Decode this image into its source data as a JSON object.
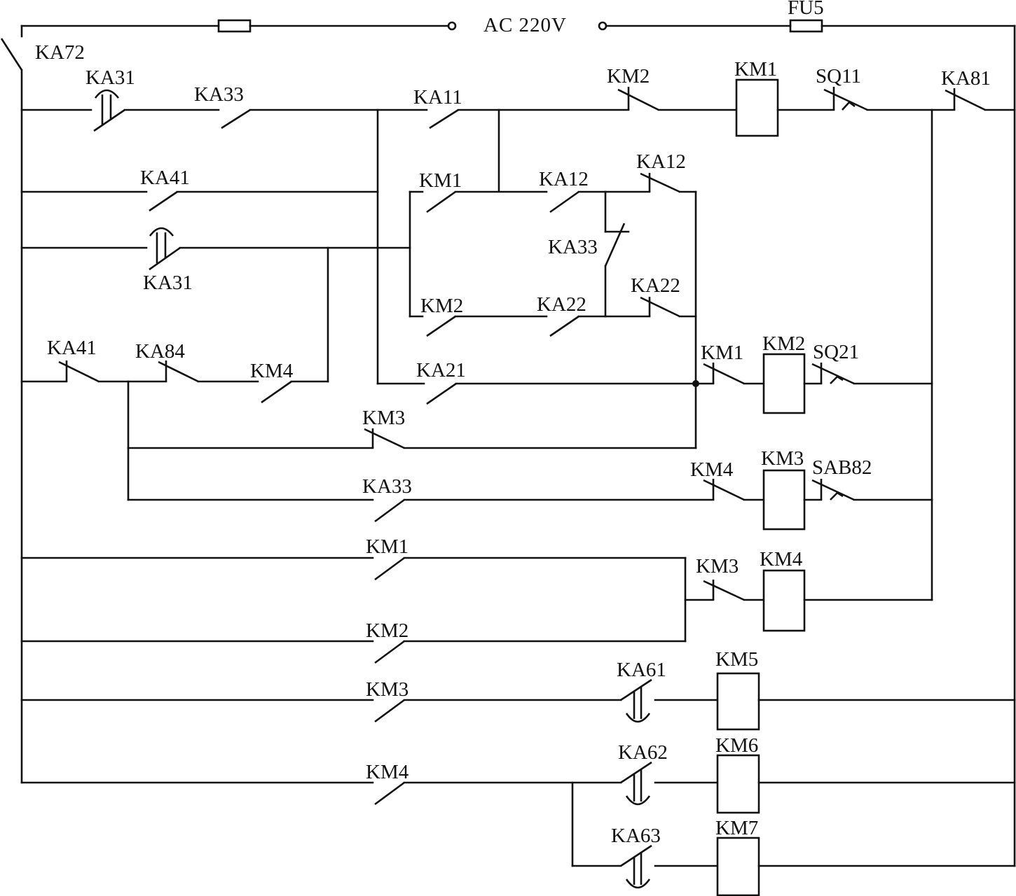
{
  "diagram": {
    "title": "AC 220V",
    "type": "relay control circuit",
    "fuses": [
      {
        "id": "fuse-left",
        "label": ""
      },
      {
        "id": "fuse-right",
        "label": "FU5"
      }
    ],
    "labels": {
      "ka72": "KA72",
      "ka31_r1": "KA31",
      "ka33_r1": "KA33",
      "ka11": "KA11",
      "km2_r1": "KM2",
      "km1_coil": "KM1",
      "sq11": "SQ11",
      "ka81": "KA81",
      "ka41_r2": "KA41",
      "km1_r2": "KM1",
      "ka12_no": "KA12",
      "ka12_nc": "KA12",
      "ka33_mid": "KA33",
      "ka31_r3": "KA31",
      "km2_r4": "KM2",
      "ka22_no": "KA22",
      "ka22_nc": "KA22",
      "ka41_r5": "KA41",
      "ka84": "KA84",
      "km4_r5": "KM4",
      "ka21": "KA21",
      "km1_nc": "KM1",
      "km2_coil": "KM2",
      "sq21": "SQ21",
      "km3_nc": "KM3",
      "ka33_r7": "KA33",
      "km4_nc": "KM4",
      "km3_coil": "KM3",
      "sab82": "SAB82",
      "km1_r8": "KM1",
      "km3_nc2": "KM3",
      "km4_coil": "KM4",
      "km2_r9": "KM2",
      "km3_r10": "KM3",
      "ka61": "KA61",
      "km5_coil": "KM5",
      "km4_r11": "KM4",
      "ka62": "KA62",
      "km6_coil": "KM6",
      "ka63": "KA63",
      "km7_coil": "KM7"
    },
    "coils": [
      "KM1",
      "KM2",
      "KM3",
      "KM4",
      "KM5",
      "KM6",
      "KM7"
    ]
  }
}
